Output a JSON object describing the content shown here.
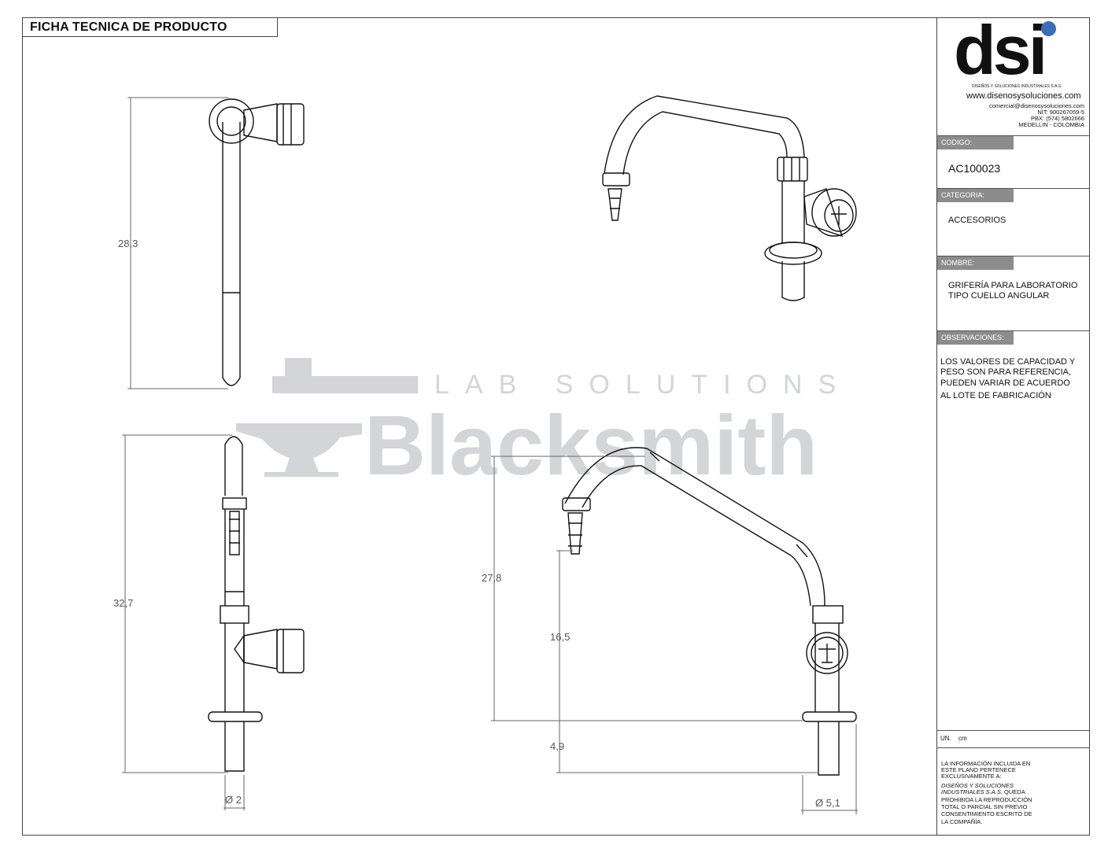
{
  "header": {
    "title": "FICHA TECNICA DE PRODUCTO"
  },
  "brand": {
    "logo_text": "dsi",
    "company_small": "DISEÑOS Y SOLUCIONES INDUSTRIALES S.A.S",
    "website": "www.disenosysoluciones.com",
    "email": "comercial@disenosysoluciones.com",
    "nit": "NIT: 900267059-5",
    "pbx": "PBX: (574) 5802666",
    "city": "MEDELLIN - COLOMBIA",
    "logo_color": "#111111",
    "dot_color": "#3a6fb5"
  },
  "watermark": {
    "line1": "LAB SOLUTIONS",
    "line2": "Blacksmith",
    "color": "#d3d5d8"
  },
  "fields": {
    "codigo_label": "CODIGO:",
    "codigo_value": "AC100023",
    "categoria_label": "CATEGORIA:",
    "categoria_value": "ACCESORIOS",
    "nombre_label": "NOMBRE:",
    "nombre_line1": "GRIFERÍA PARA LABORATORIO",
    "nombre_line2": "TIPO CUELLO ANGULAR",
    "observaciones_label": "OBSERVACIONES:",
    "obs_line1": "LOS VALORES DE CAPACIDAD Y",
    "obs_line2": "PESO SON PARA REFERENCIA,",
    "obs_line3": "PUEDEN VARIAR DE ACUERDO",
    "obs_line4": "AL LOTE DE FABRICACIÓN",
    "units_label": "UN.",
    "units_value": "cm"
  },
  "legal": {
    "l1": "LA INFORMACIÓN INCLUIDA EN",
    "l2": "ESTE PLANO PERTENECE",
    "l3": "EXCLUSIVAMENTE A:",
    "l4": "DISEÑOS Y SOLUCIONES",
    "l5a": "INDUSTRIALES S.A.S.",
    "l5b": " QUEDA",
    "l6": "PROHIBIDA LA REPRODUCCIÓN",
    "l7": "TOTAL O PARCIAL SIN PREVIO",
    "l8": "CONSENTIMIENTO ESCRITO DE",
    "l9": "LA COMPAÑÍA."
  },
  "dimensions": {
    "top_height": "28,3",
    "front_height": "32,7",
    "side_height": "27,8",
    "outlet_height": "16,5",
    "base_height": "4,9",
    "pipe_diameter": "Ø 2",
    "base_diameter": "Ø 5,1"
  }
}
